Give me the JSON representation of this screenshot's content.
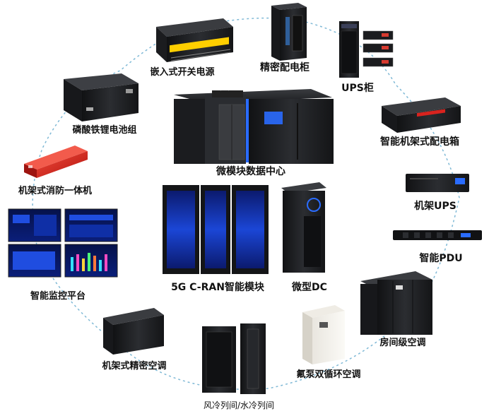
{
  "labels": {
    "embedded_power": "嵌入式开关电源",
    "precision_cabinet": "精密配电柜",
    "ups_cabinet": "UPS柜",
    "lfp_battery": "磷酸铁锂电池组",
    "micro_dc_center": "微模块数据中心",
    "smart_rack_pdb": "智能机架式配电箱",
    "rack_fire": "机架式消防一体机",
    "rack_ups": "机架UPS",
    "smart_pdu": "智能PDU",
    "monitor_platform": "智能监控平台",
    "c_ran": "5G  C-RAN智能模块",
    "micro_dc": "微型DC",
    "room_ac": "房间级空调",
    "rack_ac": "机架式精密空调",
    "pump_ac": "氟泵双循环空调",
    "row_ac": "风冷列间/水冷列间"
  },
  "colors": {
    "ring": "#7fb9d6",
    "cabinet": "#1e1f22",
    "accent_blue": "#2a6cff",
    "fire_red": "#d8231e"
  },
  "icons": {
    "center": "cx-cube-logo-icon"
  }
}
